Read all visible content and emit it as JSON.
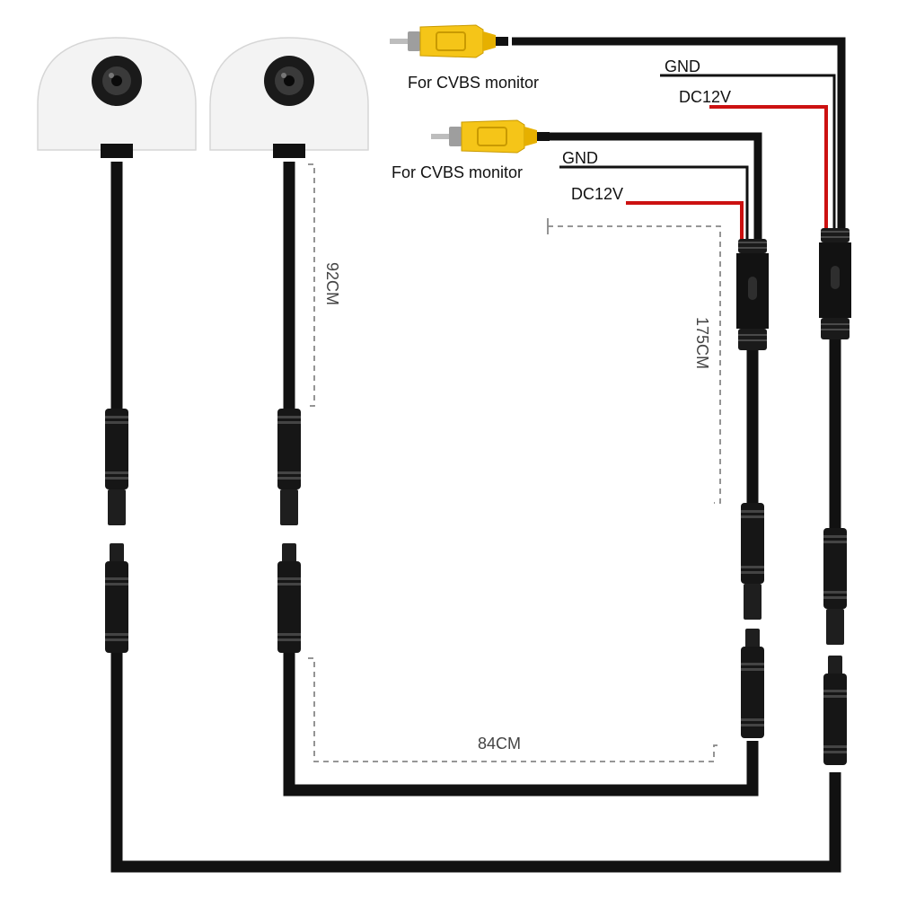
{
  "labels": {
    "monitor_a": "For CVBS monitor",
    "monitor_b": "For CVBS monitor",
    "gnd_a": "GND",
    "gnd_b": "GND",
    "dc_a": "DC12V",
    "dc_b": "DC12V"
  },
  "dimensions": {
    "camera_cable": "92CM",
    "extension_cable": "175CM",
    "link_cable": "84CM"
  },
  "colors": {
    "cable": "#111111",
    "power_wire": "#cc1111",
    "ground_wire": "#111111",
    "rca_plug": "#f5c518",
    "camera_housing": "#f2f2f2",
    "dimension_line": "#888888"
  },
  "icons": {
    "camera": "dome-camera-icon",
    "rca": "rca-plug-icon",
    "connector": "aviation-connector-icon"
  }
}
